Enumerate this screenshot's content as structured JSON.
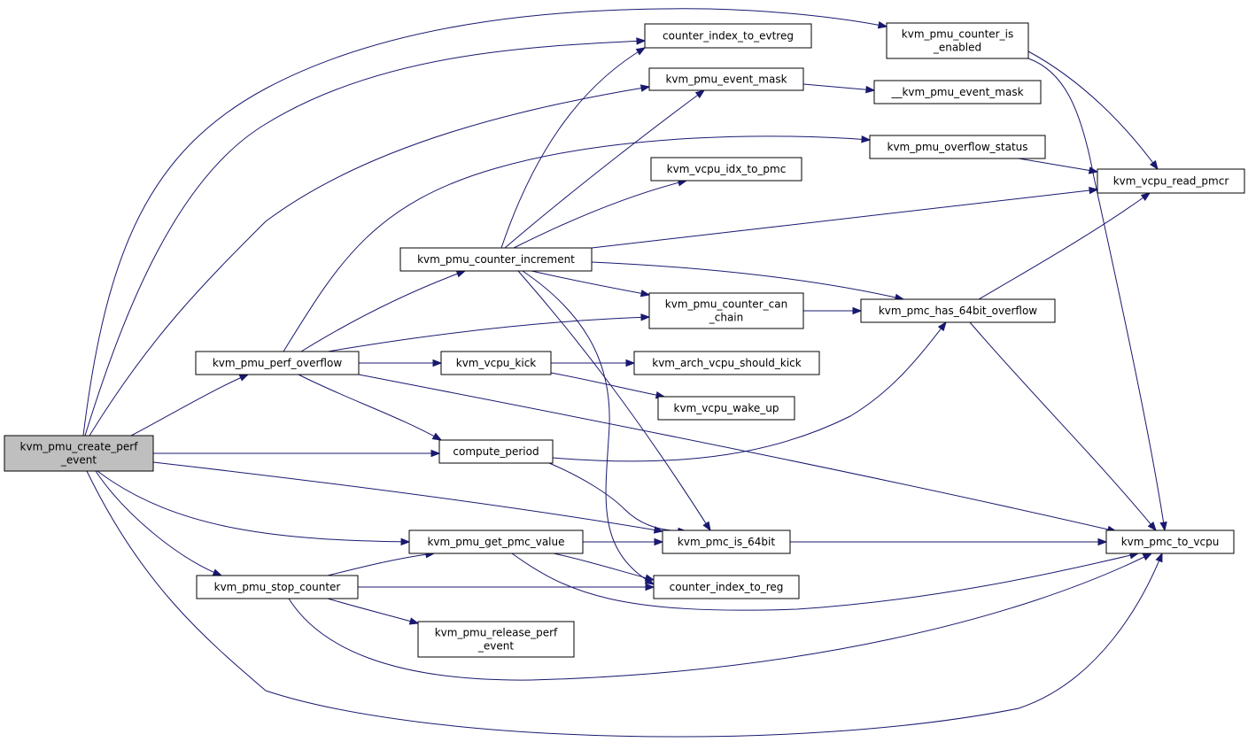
{
  "graph": {
    "nodes": [
      {
        "id": "kvm_pmu_create_perf_event",
        "lines": [
          "kvm_pmu_create_perf",
          "_event"
        ],
        "root": true
      },
      {
        "id": "counter_index_to_evtreg",
        "lines": [
          "counter_index_to_evtreg"
        ]
      },
      {
        "id": "kvm_pmu_counter_is_enabled",
        "lines": [
          "kvm_pmu_counter_is",
          "_enabled"
        ]
      },
      {
        "id": "kvm_pmu_event_mask",
        "lines": [
          "kvm_pmu_event_mask"
        ]
      },
      {
        "id": "__kvm_pmu_event_mask",
        "lines": [
          "__kvm_pmu_event_mask"
        ]
      },
      {
        "id": "kvm_pmu_overflow_status",
        "lines": [
          "kvm_pmu_overflow_status"
        ]
      },
      {
        "id": "kvm_vcpu_idx_to_pmc",
        "lines": [
          "kvm_vcpu_idx_to_pmc"
        ]
      },
      {
        "id": "kvm_vcpu_read_pmcr",
        "lines": [
          "kvm_vcpu_read_pmcr"
        ]
      },
      {
        "id": "kvm_pmu_counter_increment",
        "lines": [
          "kvm_pmu_counter_increment"
        ]
      },
      {
        "id": "kvm_pmu_counter_can_chain",
        "lines": [
          "kvm_pmu_counter_can",
          "_chain"
        ]
      },
      {
        "id": "kvm_pmc_has_64bit_overflow",
        "lines": [
          "kvm_pmc_has_64bit_overflow"
        ]
      },
      {
        "id": "kvm_pmu_perf_overflow",
        "lines": [
          "kvm_pmu_perf_overflow"
        ]
      },
      {
        "id": "kvm_vcpu_kick",
        "lines": [
          "kvm_vcpu_kick"
        ]
      },
      {
        "id": "kvm_arch_vcpu_should_kick",
        "lines": [
          "kvm_arch_vcpu_should_kick"
        ]
      },
      {
        "id": "kvm_vcpu_wake_up",
        "lines": [
          "kvm_vcpu_wake_up"
        ]
      },
      {
        "id": "compute_period",
        "lines": [
          "compute_period"
        ]
      },
      {
        "id": "kvm_pmu_get_pmc_value",
        "lines": [
          "kvm_pmu_get_pmc_value"
        ]
      },
      {
        "id": "kvm_pmc_is_64bit",
        "lines": [
          "kvm_pmc_is_64bit"
        ]
      },
      {
        "id": "kvm_pmc_to_vcpu",
        "lines": [
          "kvm_pmc_to_vcpu"
        ]
      },
      {
        "id": "kvm_pmu_stop_counter",
        "lines": [
          "kvm_pmu_stop_counter"
        ]
      },
      {
        "id": "counter_index_to_reg",
        "lines": [
          "counter_index_to_reg"
        ]
      },
      {
        "id": "kvm_pmu_release_perf_event",
        "lines": [
          "kvm_pmu_release_perf",
          "_event"
        ]
      }
    ],
    "edges": [
      {
        "from": "kvm_pmu_create_perf_event",
        "to": "counter_index_to_evtreg"
      },
      {
        "from": "kvm_pmu_create_perf_event",
        "to": "kvm_pmu_counter_is_enabled"
      },
      {
        "from": "kvm_pmu_create_perf_event",
        "to": "kvm_pmu_event_mask"
      },
      {
        "from": "kvm_pmu_create_perf_event",
        "to": "kvm_pmu_perf_overflow"
      },
      {
        "from": "kvm_pmu_create_perf_event",
        "to": "compute_period"
      },
      {
        "from": "kvm_pmu_create_perf_event",
        "to": "kvm_pmc_is_64bit"
      },
      {
        "from": "kvm_pmu_create_perf_event",
        "to": "kvm_pmu_get_pmc_value"
      },
      {
        "from": "kvm_pmu_create_perf_event",
        "to": "kvm_pmu_stop_counter"
      },
      {
        "from": "kvm_pmu_create_perf_event",
        "to": "kvm_pmc_to_vcpu"
      },
      {
        "from": "kvm_pmu_counter_is_enabled",
        "to": "kvm_vcpu_read_pmcr"
      },
      {
        "from": "kvm_pmu_counter_is_enabled",
        "to": "kvm_pmc_to_vcpu"
      },
      {
        "from": "kvm_pmu_event_mask",
        "to": "__kvm_pmu_event_mask"
      },
      {
        "from": "kvm_pmu_overflow_status",
        "to": "kvm_vcpu_read_pmcr"
      },
      {
        "from": "kvm_pmu_counter_increment",
        "to": "counter_index_to_evtreg"
      },
      {
        "from": "kvm_pmu_counter_increment",
        "to": "kvm_pmu_event_mask"
      },
      {
        "from": "kvm_pmu_counter_increment",
        "to": "kvm_vcpu_idx_to_pmc"
      },
      {
        "from": "kvm_pmu_counter_increment",
        "to": "kvm_vcpu_read_pmcr"
      },
      {
        "from": "kvm_pmu_counter_increment",
        "to": "kvm_pmu_counter_can_chain"
      },
      {
        "from": "kvm_pmu_counter_increment",
        "to": "kvm_pmc_has_64bit_overflow"
      },
      {
        "from": "kvm_pmu_counter_increment",
        "to": "kvm_pmc_is_64bit"
      },
      {
        "from": "kvm_pmu_counter_increment",
        "to": "counter_index_to_reg"
      },
      {
        "from": "kvm_pmu_counter_can_chain",
        "to": "kvm_pmc_has_64bit_overflow"
      },
      {
        "from": "kvm_pmc_has_64bit_overflow",
        "to": "kvm_vcpu_read_pmcr"
      },
      {
        "from": "kvm_pmc_has_64bit_overflow",
        "to": "kvm_pmc_to_vcpu"
      },
      {
        "from": "kvm_pmu_perf_overflow",
        "to": "kvm_pmu_overflow_status"
      },
      {
        "from": "kvm_pmu_perf_overflow",
        "to": "kvm_pmu_counter_increment"
      },
      {
        "from": "kvm_pmu_perf_overflow",
        "to": "kvm_pmu_counter_can_chain"
      },
      {
        "from": "kvm_pmu_perf_overflow",
        "to": "kvm_vcpu_kick"
      },
      {
        "from": "kvm_pmu_perf_overflow",
        "to": "compute_period"
      },
      {
        "from": "kvm_pmu_perf_overflow",
        "to": "kvm_pmc_to_vcpu"
      },
      {
        "from": "kvm_vcpu_kick",
        "to": "kvm_arch_vcpu_should_kick"
      },
      {
        "from": "kvm_vcpu_kick",
        "to": "kvm_vcpu_wake_up"
      },
      {
        "from": "compute_period",
        "to": "kvm_pmc_has_64bit_overflow"
      },
      {
        "from": "compute_period",
        "to": "kvm_pmc_is_64bit"
      },
      {
        "from": "kvm_pmu_get_pmc_value",
        "to": "kvm_pmc_is_64bit"
      },
      {
        "from": "kvm_pmu_get_pmc_value",
        "to": "counter_index_to_reg"
      },
      {
        "from": "kvm_pmu_get_pmc_value",
        "to": "kvm_pmc_to_vcpu"
      },
      {
        "from": "kvm_pmc_is_64bit",
        "to": "kvm_pmc_to_vcpu"
      },
      {
        "from": "kvm_pmu_stop_counter",
        "to": "kvm_pmu_get_pmc_value"
      },
      {
        "from": "kvm_pmu_stop_counter",
        "to": "counter_index_to_reg"
      },
      {
        "from": "kvm_pmu_stop_counter",
        "to": "kvm_pmu_release_perf_event"
      },
      {
        "from": "kvm_pmu_stop_counter",
        "to": "kvm_pmc_to_vcpu"
      }
    ]
  },
  "colors": {
    "edge": "#191970",
    "root_fill": "#bfbfbf",
    "node_fill": "#ffffff",
    "node_stroke": "#000000"
  }
}
